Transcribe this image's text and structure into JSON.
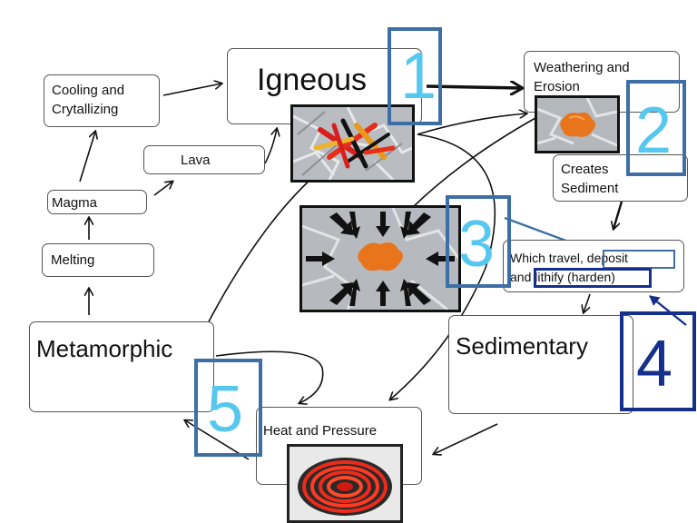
{
  "nodes": {
    "igneous": "Igneous",
    "weathering": "Weathering and Erosion",
    "weathering_line1": "Weathering and",
    "weathering_line2": "Erosion",
    "cooling_line1": "Cooling and",
    "cooling_line2": "Crytallizing",
    "lava": "Lava",
    "magma": "Magma",
    "melting": "Melting",
    "metamorphic": "Metamorphic",
    "creates_line1": "Creates",
    "creates_line2": "Sediment",
    "travel_line1": "Which travel, deposit",
    "travel_line2": "and lithify (harden)",
    "sedimentary": "Sedimentary",
    "heat_pressure": "Heat and Pressure"
  },
  "step_numbers": [
    "1",
    "2",
    "3",
    "4",
    "5"
  ],
  "colors": {
    "steel_blue": "#3d6fa6",
    "navy": "#15308c",
    "light_blue": "#56c8f0"
  }
}
